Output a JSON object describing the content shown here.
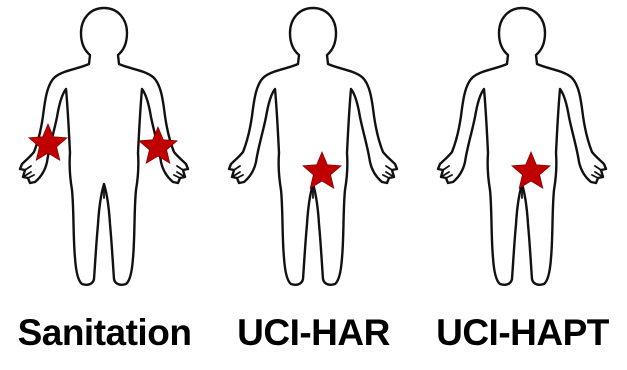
{
  "colors": {
    "marker": "#c00000",
    "outline": "#111111",
    "background": "#ffffff"
  },
  "figures": [
    {
      "label": "Sanitation",
      "sensor_locations": [
        "right-wrist",
        "left-wrist"
      ]
    },
    {
      "label": "UCI-HAR",
      "sensor_locations": [
        "waist"
      ]
    },
    {
      "label": "UCI-HAPT",
      "sensor_locations": [
        "waist"
      ]
    }
  ]
}
